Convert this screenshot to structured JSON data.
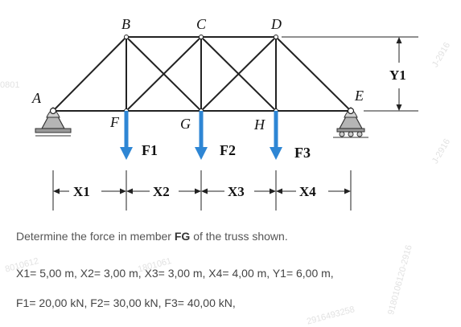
{
  "figure": {
    "node_labels": {
      "A": "A",
      "B": "B",
      "C": "C",
      "D": "D",
      "E": "E",
      "F": "F",
      "G": "G",
      "H": "H"
    },
    "load_labels": [
      "F1",
      "F2",
      "F3"
    ],
    "dimension_labels": [
      "X1",
      "X2",
      "X3",
      "X4",
      "Y1"
    ],
    "arrow_color": "#2e86d4"
  },
  "question": {
    "prefix": "Determine the force in member ",
    "member": "FG",
    "suffix": " of the truss shown."
  },
  "givens": {
    "dimensions": "X1= 5,00 m, X2= 3,00 m, X3= 3,00 m, X4= 4,00 m, Y1= 6,00 m,",
    "forces": "F1= 20,00 kN, F2= 30,00 kN, F3= 40,00 kN,"
  },
  "watermarks": [
    "0801",
    "J-2916",
    "J-2916",
    "9180106120-2916",
    "2916493258",
    "8010612",
    "1801061"
  ]
}
